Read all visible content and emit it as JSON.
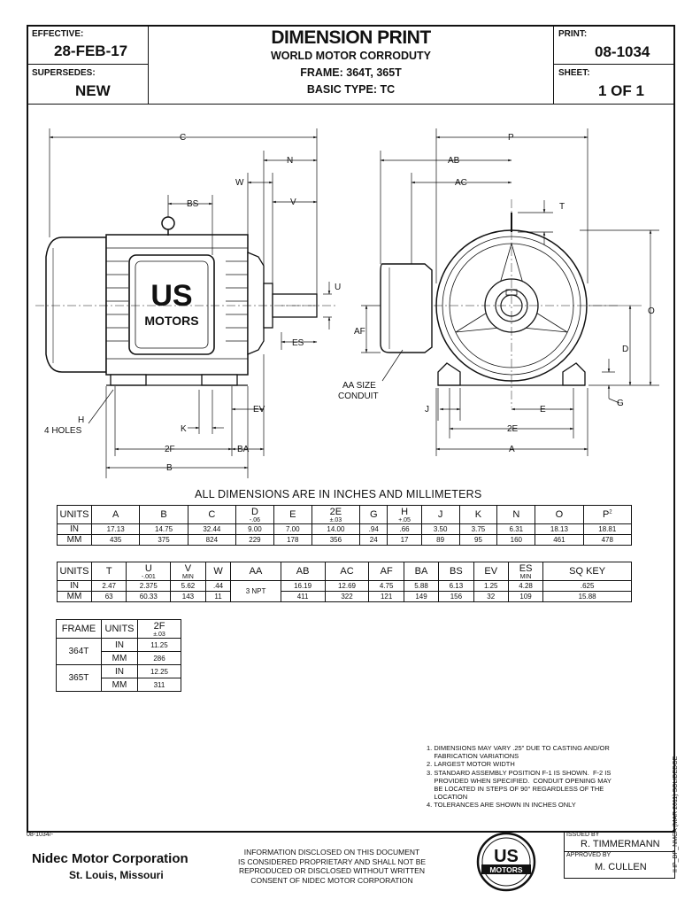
{
  "header": {
    "effective_label": "EFFECTIVE:",
    "effective_value": "28-FEB-17",
    "supersedes_label": "SUPERSEDES:",
    "supersedes_value": "NEW",
    "title": "DIMENSION PRINT",
    "subtitle": "WORLD MOTOR CORRODUTY",
    "frame_line": "FRAME: 364T, 365T",
    "type_line": "BASIC TYPE: TC",
    "print_label": "PRINT:",
    "print_value": "08-1034",
    "sheet_label": "SHEET:",
    "sheet_value": "1 OF 1"
  },
  "drawing_labels": {
    "C": "C",
    "N": "N",
    "W": "W",
    "V": "V",
    "BS": "BS",
    "U": "U",
    "ES": "ES",
    "H": "H",
    "H_sub": "4 HOLES",
    "K": "K",
    "EV": "EV",
    "2F": "2F",
    "BA": "BA",
    "B": "B",
    "P": "P",
    "AB": "AB",
    "AC": "AC",
    "T": "T",
    "O": "O",
    "AF": "AF",
    "D": "D",
    "AA1": "AA SIZE",
    "AA2": "CONDUIT",
    "J": "J",
    "E": "E",
    "G": "G",
    "2E": "2E",
    "A": "A",
    "logo_top": "US",
    "logo_bottom": "MOTORS"
  },
  "dims_title": "ALL DIMENSIONS ARE IN INCHES AND MILLIMETERS",
  "table1": {
    "units_label": "UNITS",
    "headers": [
      {
        "main": "A",
        "sub": ""
      },
      {
        "main": "B",
        "sub": ""
      },
      {
        "main": "C",
        "sub": ""
      },
      {
        "main": "D",
        "sub": "-.06"
      },
      {
        "main": "E",
        "sub": ""
      },
      {
        "main": "2E",
        "sub": "±.03"
      },
      {
        "main": "G",
        "sub": ""
      },
      {
        "main": "H",
        "sub": "+.05"
      },
      {
        "main": "J",
        "sub": ""
      },
      {
        "main": "K",
        "sub": ""
      },
      {
        "main": "N",
        "sub": ""
      },
      {
        "main": "O",
        "sub": ""
      },
      {
        "main": "P",
        "sub": "2"
      }
    ],
    "rows": [
      {
        "unit": "IN",
        "values": [
          "17.13",
          "14.75",
          "32.44",
          "9.00",
          "7.00",
          "14.00",
          ".94",
          ".66",
          "3.50",
          "3.75",
          "6.31",
          "18.13",
          "18.81"
        ]
      },
      {
        "unit": "MM",
        "values": [
          "435",
          "375",
          "824",
          "229",
          "178",
          "356",
          "24",
          "17",
          "89",
          "95",
          "160",
          "461",
          "478"
        ]
      }
    ]
  },
  "table2": {
    "units_label": "UNITS",
    "headers": [
      {
        "main": "T",
        "sub": ""
      },
      {
        "main": "U",
        "sub": "-.001"
      },
      {
        "main": "V",
        "sub": "MIN"
      },
      {
        "main": "W",
        "sub": ""
      },
      {
        "main": "AA",
        "sub": ""
      },
      {
        "main": "AB",
        "sub": ""
      },
      {
        "main": "AC",
        "sub": ""
      },
      {
        "main": "AF",
        "sub": ""
      },
      {
        "main": "BA",
        "sub": ""
      },
      {
        "main": "BS",
        "sub": ""
      },
      {
        "main": "EV",
        "sub": ""
      },
      {
        "main": "ES",
        "sub": "MIN"
      },
      {
        "main": "SQ KEY",
        "sub": ""
      }
    ],
    "aa_value": "3 NPT",
    "rows": [
      {
        "unit": "IN",
        "values": [
          "2.47",
          "2.375",
          "5.62",
          ".44",
          "16.19",
          "12.69",
          "4.75",
          "5.88",
          "6.13",
          "1.25",
          "4.28",
          ".625"
        ]
      },
      {
        "unit": "MM",
        "values": [
          "63",
          "60.33",
          "143",
          "11",
          "411",
          "322",
          "121",
          "149",
          "156",
          "32",
          "109",
          "15.88"
        ]
      }
    ]
  },
  "table3": {
    "frame_label": "FRAME",
    "units_label": "UNITS",
    "col_main": "2F",
    "col_sub": "±.03",
    "rows": [
      {
        "frame": "364T",
        "in": "11.25",
        "mm": "286"
      },
      {
        "frame": "365T",
        "in": "12.25",
        "mm": "311"
      }
    ],
    "in_label": "IN",
    "mm_label": "MM"
  },
  "notes": [
    "1. DIMENSIONS MAY VARY .25\" DUE TO CASTING AND/OR",
    "    FABRICATION VARIATIONS",
    "2. LARGEST MOTOR WIDTH",
    "3. STANDARD ASSEMBLY POSITION F-1 IS SHOWN.  F-2 IS",
    "    PROVIDED WHEN SPECIFIED.  CONDUIT OPENING MAY",
    "    BE LOCATED IN STEPS OF 90° REGARDLESS OF THE",
    "    LOCATION",
    "4. TOLERANCES ARE SHOWN IN INCHES ONLY"
  ],
  "side_note": "IHP_DP_NMCA (MAR 2011) SOLIDEDGE",
  "footer": {
    "doc_code": "08-1034/-",
    "company": "Nidec Motor Corporation",
    "city": "St. Louis, Missouri",
    "disclaimer": [
      "INFORMATION DISCLOSED ON THIS DOCUMENT",
      "IS CONSIDERED PROPRIETARY AND SHALL NOT BE",
      "REPRODUCED OR DISCLOSED WITHOUT WRITTEN",
      "CONSENT OF NIDEC MOTOR CORPORATION"
    ],
    "issued_label": "ISSUED BY",
    "issued_value": "R. TIMMERMANN",
    "approved_label": "APPROVED BY",
    "approved_value": "M. CULLEN",
    "logo_top": "US",
    "logo_bottom": "MOTORS"
  }
}
